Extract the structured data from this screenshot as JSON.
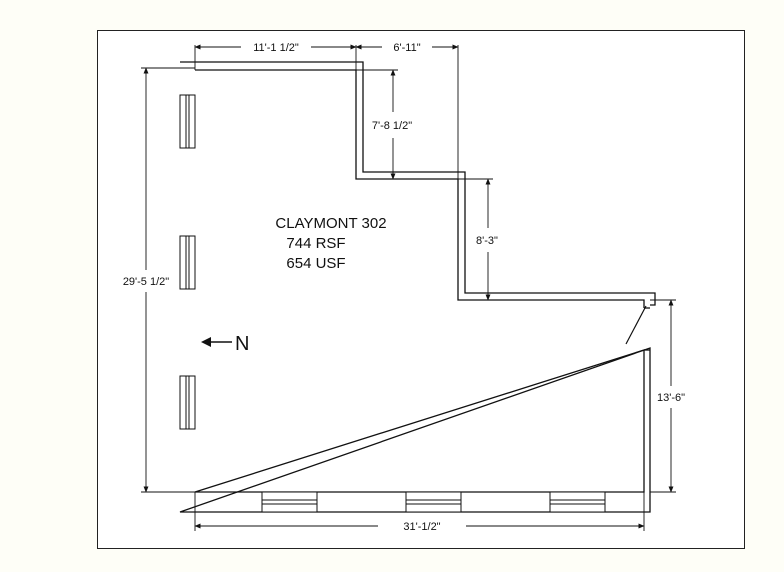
{
  "room": {
    "name": "CLAYMONT 302",
    "rsf": "744 RSF",
    "usf": "654 USF"
  },
  "north_label": "N",
  "dimensions": {
    "top_left_width": "11'-1 1/2\"",
    "top_right_width": "6'-11\"",
    "upper_notch_depth": "7'-8 1/2\"",
    "middle_step_depth": "8'-3\"",
    "left_height": "29'-5 1/2\"",
    "right_height": "13'-6\"",
    "bottom_width": "31'-1/2\""
  },
  "icons": {
    "north_arrow": "arrow-left-icon"
  }
}
